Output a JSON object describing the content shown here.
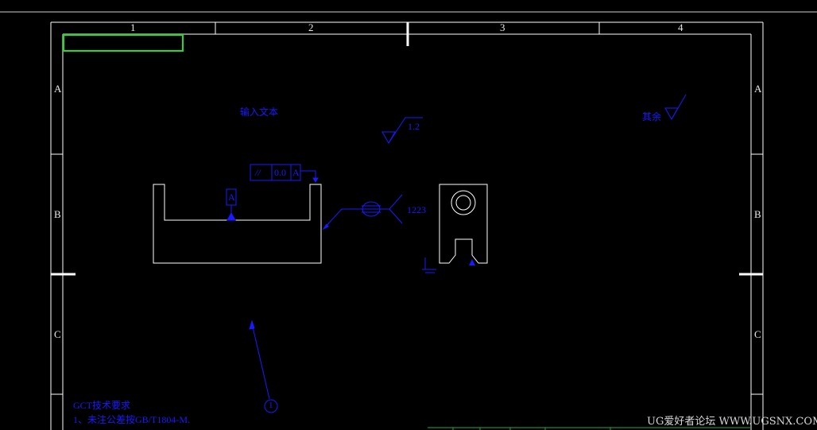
{
  "drawing": {
    "zone_columns": [
      "1",
      "2",
      "3",
      "4"
    ],
    "zone_rows": [
      "A",
      "B",
      "C"
    ],
    "annotations": {
      "note_text": "输入文本",
      "surface_finish_value": "1.2",
      "remaining_surfaces_label": "其余",
      "fcf_symbol": "//",
      "fcf_tolerance": "0.0",
      "fcf_datum": "A",
      "datum_label": "A",
      "weld_number": "1223",
      "balloon_number": "1",
      "gdt_title": "GCT技术要求",
      "gdt_line1": "1、未注公差按GB/T1804-M."
    },
    "colors": {
      "background": "#000000",
      "frame": "#ffffff",
      "annotation": "#1a1aff",
      "selection": "#22dd22"
    }
  },
  "watermark": "UG爱好者论坛 WWW.UGSNX.COM"
}
